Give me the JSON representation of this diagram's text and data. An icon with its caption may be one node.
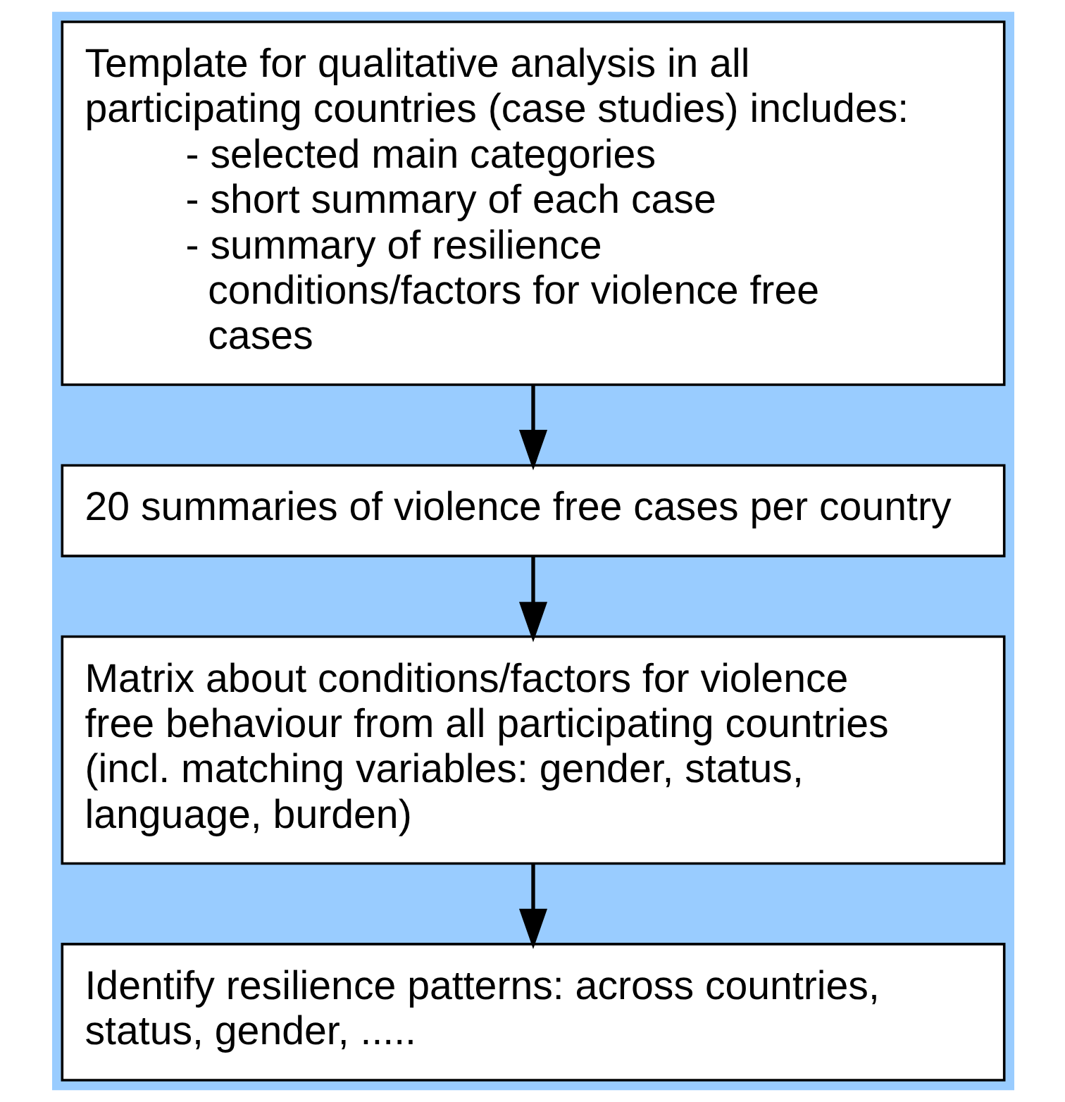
{
  "diagram": {
    "nodes": [
      {
        "text": [
          "Template for qualitative analysis in all participating countries (case studies) includes:",
          "- selected main categories",
          "- short summary of each case",
          "- summary of resilience conditions/factors for violence free cases"
        ]
      },
      {
        "text": [
          "20 summaries of violence free cases per country"
        ]
      },
      {
        "text": [
          "Matrix about conditions/factors for violence free behaviour from all participating countries (incl. matching variables: gender, status, language, burden)"
        ]
      },
      {
        "text": [
          "Identify resilience patterns: across countries, status, gender, ....."
        ]
      }
    ],
    "edges": [
      {
        "from": 0,
        "to": 1,
        "arrow": "to"
      },
      {
        "from": 1,
        "to": 2,
        "arrow": "to"
      },
      {
        "from": 2,
        "to": 3,
        "arrow": "to"
      }
    ]
  }
}
